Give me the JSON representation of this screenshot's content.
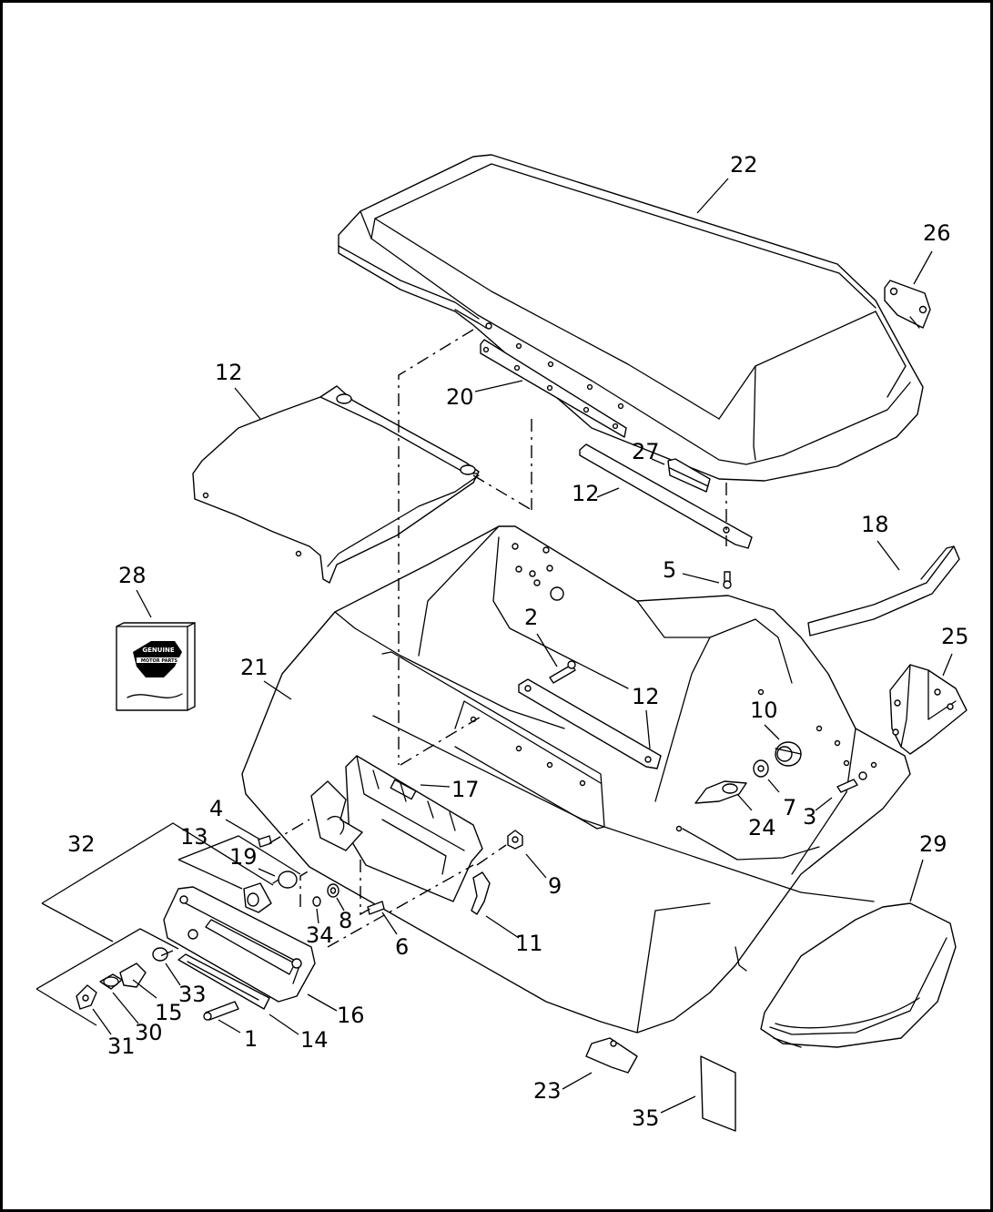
{
  "diagram": {
    "callouts": [
      {
        "id": "c22",
        "text": "22"
      },
      {
        "id": "c26",
        "text": "26"
      },
      {
        "id": "c12a",
        "text": "12"
      },
      {
        "id": "c20",
        "text": "20"
      },
      {
        "id": "c27",
        "text": "27"
      },
      {
        "id": "c12b",
        "text": "12"
      },
      {
        "id": "c18",
        "text": "18"
      },
      {
        "id": "c28",
        "text": "28"
      },
      {
        "id": "c5",
        "text": "5"
      },
      {
        "id": "c2",
        "text": "2"
      },
      {
        "id": "c25",
        "text": "25"
      },
      {
        "id": "c21",
        "text": "21"
      },
      {
        "id": "c12c",
        "text": "12"
      },
      {
        "id": "c10",
        "text": "10"
      },
      {
        "id": "c17",
        "text": "17"
      },
      {
        "id": "c7",
        "text": "7"
      },
      {
        "id": "c3",
        "text": "3"
      },
      {
        "id": "c24",
        "text": "24"
      },
      {
        "id": "c4",
        "text": "4"
      },
      {
        "id": "c29",
        "text": "29"
      },
      {
        "id": "c32",
        "text": "32"
      },
      {
        "id": "c13",
        "text": "13"
      },
      {
        "id": "c19",
        "text": "19"
      },
      {
        "id": "c9",
        "text": "9"
      },
      {
        "id": "c34",
        "text": "34"
      },
      {
        "id": "c8",
        "text": "8"
      },
      {
        "id": "c6",
        "text": "6"
      },
      {
        "id": "c11",
        "text": "11"
      },
      {
        "id": "c33",
        "text": "33"
      },
      {
        "id": "c15",
        "text": "15"
      },
      {
        "id": "c16",
        "text": "16"
      },
      {
        "id": "c30",
        "text": "30"
      },
      {
        "id": "c14",
        "text": "14"
      },
      {
        "id": "c1",
        "text": "1"
      },
      {
        "id": "c31",
        "text": "31"
      },
      {
        "id": "c23",
        "text": "23"
      },
      {
        "id": "c35",
        "text": "35"
      }
    ],
    "logo": {
      "line1": "GENUINE",
      "line2": "MOTOR PARTS"
    }
  }
}
